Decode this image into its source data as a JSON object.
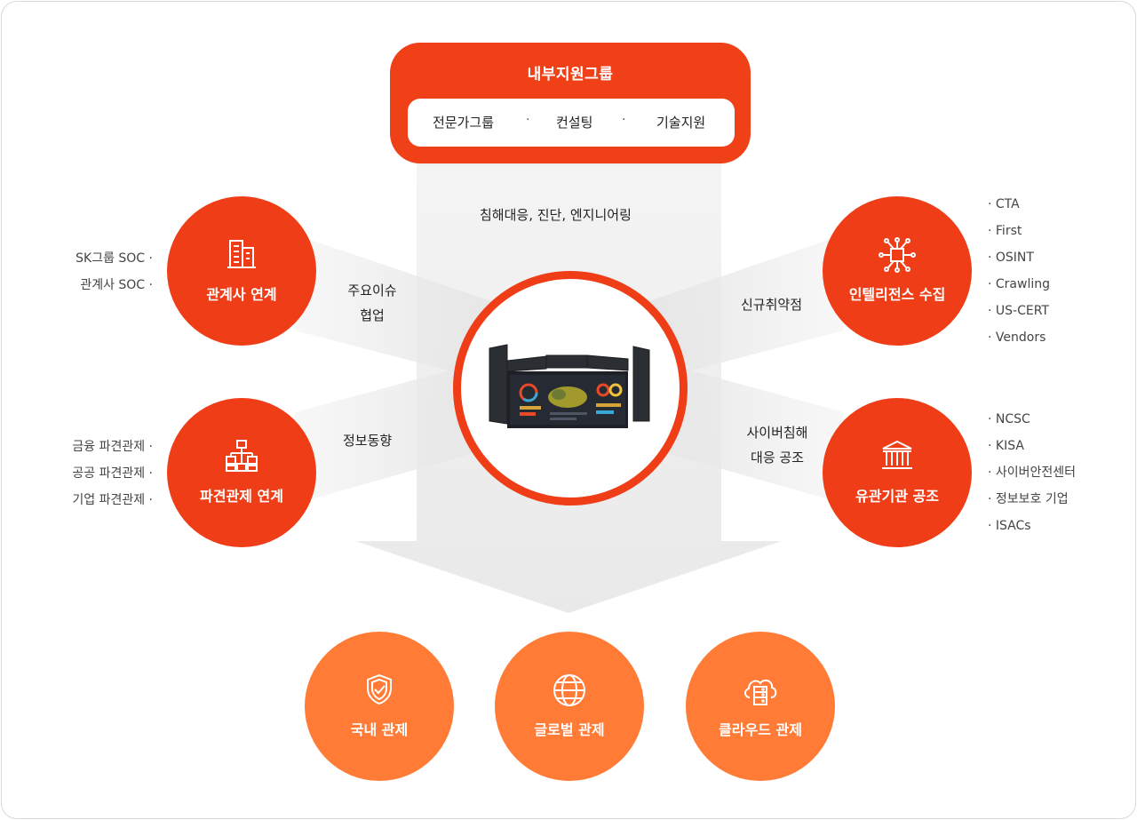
{
  "top_group": {
    "title": "내부지원그룹",
    "items": [
      "전문가그룹",
      "컨설팅",
      "기술지원"
    ],
    "separator": "·"
  },
  "center_caption": "침해대응, 진단, 엔지니어링",
  "left_top_link": [
    "주요이슈",
    "협업"
  ],
  "left_bottom_link": "정보동향",
  "right_top_link": "신규취약점",
  "right_bottom_link": [
    "사이버침해",
    "대응 공조"
  ],
  "nodes": {
    "affiliates": {
      "label": "관계사 연계",
      "icon": "building-icon",
      "list": [
        "SK그룹 SOC ·",
        "관계사 SOC ·"
      ]
    },
    "dispatch": {
      "label": "파견관제 연계",
      "icon": "org-chart-icon",
      "list": [
        "금융 파견관제 ·",
        "공공 파견관제 ·",
        "기업 파견관제 ·"
      ]
    },
    "intelligence": {
      "label": "인텔리전스 수집",
      "icon": "network-chip-icon",
      "list": [
        "· CTA",
        "· First",
        "· OSINT",
        "· Crawling",
        "· US-CERT",
        "· Vendors"
      ]
    },
    "agencies": {
      "label": "유관기관 공조",
      "icon": "institution-icon",
      "list": [
        "· NCSC",
        "· KISA",
        "· 사이버안전센터",
        "· 정보보호 기업",
        "· ISACs"
      ]
    }
  },
  "bottom": [
    {
      "label": "국내 관제",
      "icon": "shield-icon"
    },
    {
      "label": "글로벌 관제",
      "icon": "globe-icon"
    },
    {
      "label": "클라우드 관제",
      "icon": "cloud-server-icon"
    }
  ],
  "colors": {
    "primary": "#ef3e17",
    "bottom": "#ff7b36",
    "beam": "#ebebeb"
  }
}
